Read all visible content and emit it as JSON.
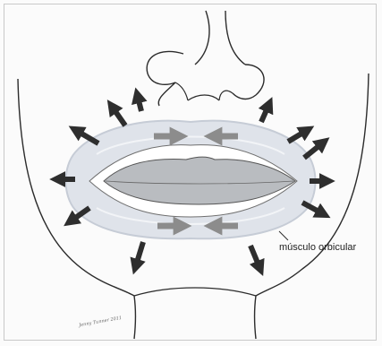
{
  "diagram": {
    "label_muscle": "músculo orbicular",
    "signature": "Jenny Tunner 2011",
    "colors": {
      "outline": "#2b2b2b",
      "muscle_band": "#dfe3ea",
      "muscle_band_edge": "#c6ccd6",
      "mouth_opening": "#ffffff",
      "tongue": "#b9bcc0",
      "arrow_dark": "#2e2e2e",
      "arrow_inner": "#8c8c8c"
    },
    "outer_arrows": [
      {
        "name": "arrow-outward-top-left-1",
        "direction": "up-left"
      },
      {
        "name": "arrow-outward-top-left-2",
        "direction": "up-left"
      },
      {
        "name": "arrow-outward-top-left-3",
        "direction": "up-left"
      },
      {
        "name": "arrow-outward-top-right-1",
        "direction": "up-right"
      },
      {
        "name": "arrow-outward-top-right-2",
        "direction": "up-right"
      },
      {
        "name": "arrow-outward-top-right-3",
        "direction": "up-right"
      },
      {
        "name": "arrow-outward-left",
        "direction": "left"
      },
      {
        "name": "arrow-outward-right",
        "direction": "right"
      },
      {
        "name": "arrow-outward-bottom-left-1",
        "direction": "down-left"
      },
      {
        "name": "arrow-outward-bottom-left-2",
        "direction": "down-left"
      },
      {
        "name": "arrow-outward-bottom-right-1",
        "direction": "down-right"
      },
      {
        "name": "arrow-outward-bottom-right-2",
        "direction": "down-right"
      }
    ],
    "inner_arrows": [
      {
        "name": "arrow-inward-upper-left",
        "direction": "right"
      },
      {
        "name": "arrow-inward-upper-right",
        "direction": "left"
      },
      {
        "name": "arrow-inward-lower-left",
        "direction": "right"
      },
      {
        "name": "arrow-inward-lower-right",
        "direction": "left"
      }
    ]
  }
}
